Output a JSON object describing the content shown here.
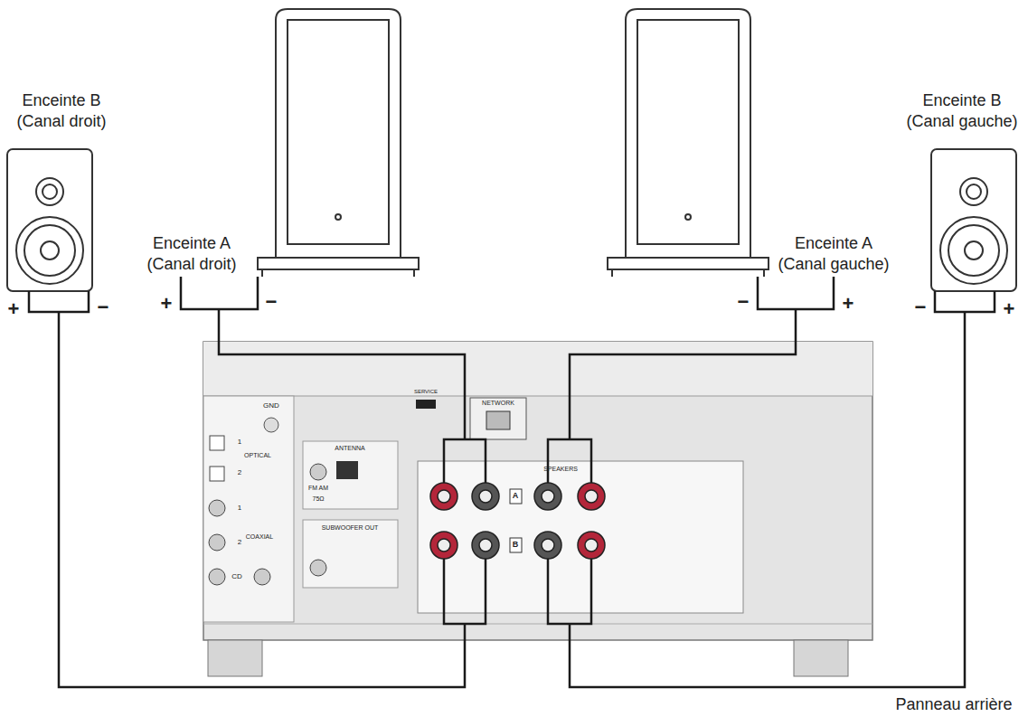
{
  "diagram": {
    "labels": [
      "Enceinte B (Canal droit)",
      "Enceinte B (Canal gauche)",
      "Enceinte A (Canal droit)",
      "Enceinte A (Canal gauche)",
      "+",
      "−",
      "+",
      "−",
      "−",
      "+",
      "−",
      "+",
      "GND",
      "1",
      "OPTICAL",
      "2",
      "1",
      "COAXIAL",
      "2",
      "CD",
      "ANTENNA",
      "FM AM",
      "75Ω",
      "SUBWOOFER OUT",
      "SERVICE",
      "NETWORK",
      "SPEAKERS",
      "A",
      "B",
      "Panneau arrière"
    ]
  }
}
